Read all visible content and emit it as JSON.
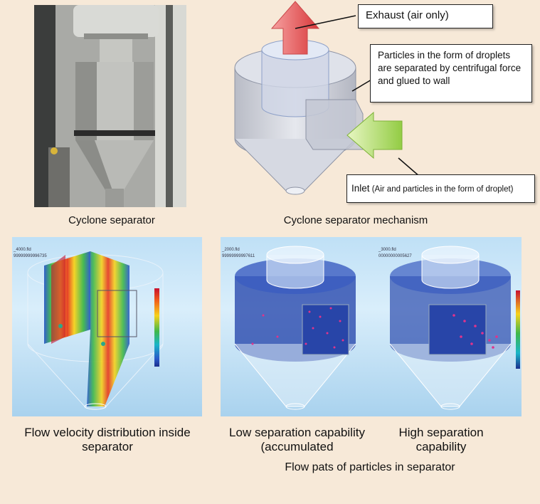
{
  "panels": {
    "photo_caption": "Cyclone separator",
    "mechanism_caption": "Cyclone separator mechanism",
    "velocity_caption_line1": "Flow velocity distribution inside",
    "velocity_caption_line2": "separator",
    "low_caption_line1": "Low separation capability",
    "low_caption_line2": "(accumulated",
    "high_caption_line1": "High separation",
    "high_caption_line2": "capability",
    "flow_paths_caption": "Flow pats of particles in separator"
  },
  "callouts": {
    "exhaust": "Exhaust (air only)",
    "particles": "Particles in the form of droplets are separated by centrifugal force and glued to wall",
    "inlet_main": "Inlet",
    "inlet_detail": " (Air and particles in the form of droplet)"
  },
  "sim_labels": {
    "velocity_header": "_4000.fld",
    "velocity_sub": "99999999996735",
    "low_header": "_2000.fld",
    "low_sub": "99999999997611",
    "high_header": "_3000.fld",
    "high_sub": "00000000005627"
  },
  "colors": {
    "background": "#f7e9d8",
    "exhaust_arrow": "#e8484a",
    "inlet_arrow": "#9ad14a",
    "particle": "#e0338c",
    "streamline": "#1f3fa8"
  }
}
